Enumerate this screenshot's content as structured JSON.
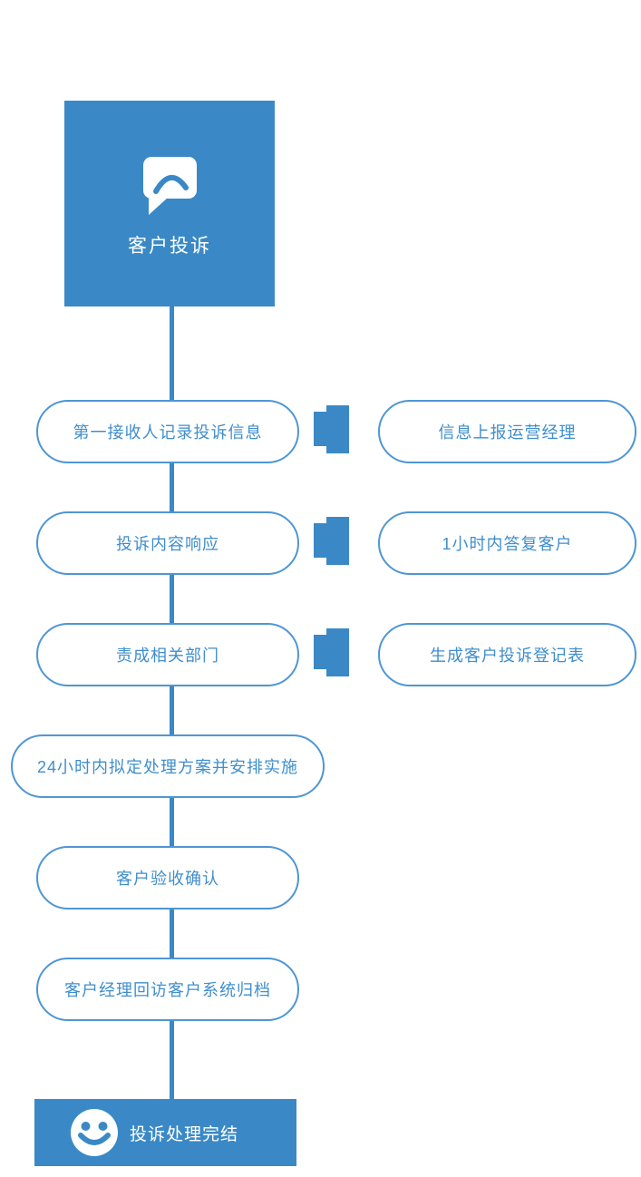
{
  "colors": {
    "primary": "#3a89c6",
    "pill_border": "#4e96d3",
    "pill_text": "#3f8ecd",
    "background": "#ffffff",
    "node_text": "#ffffff"
  },
  "flow": {
    "start": {
      "label": "客户投诉",
      "icon": "speech-bubble-icon"
    },
    "steps": [
      {
        "label": "第一接收人记录投诉信息",
        "side_label": "信息上报运营经理"
      },
      {
        "label": "投诉内容响应",
        "side_label": "1小时内答复客户"
      },
      {
        "label": "责成相关部门",
        "side_label": "生成客户投诉登记表"
      },
      {
        "label": "24小时内拟定处理方案并安排实施"
      },
      {
        "label": "客户验收确认"
      },
      {
        "label": "客户经理回访客户系统归档"
      }
    ],
    "end": {
      "label": "投诉处理完结",
      "icon": "smiley-face-icon"
    }
  }
}
